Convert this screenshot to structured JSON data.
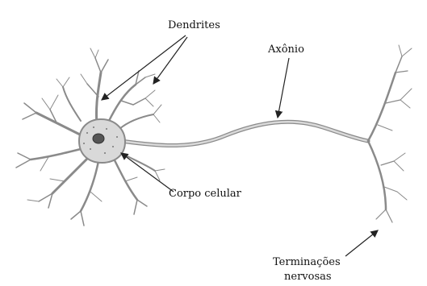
{
  "labels": {
    "dendrites": "Dendrites",
    "axon": "Axônio",
    "cell_body": "Corpo celular",
    "terminals_line1": "Terminações",
    "terminals_line2": "nervosas"
  },
  "colors": {
    "neuron_fill": "#d9d9d9",
    "neuron_stroke": "#8a8a8a",
    "nucleus": "#555555",
    "arrow": "#222222"
  }
}
